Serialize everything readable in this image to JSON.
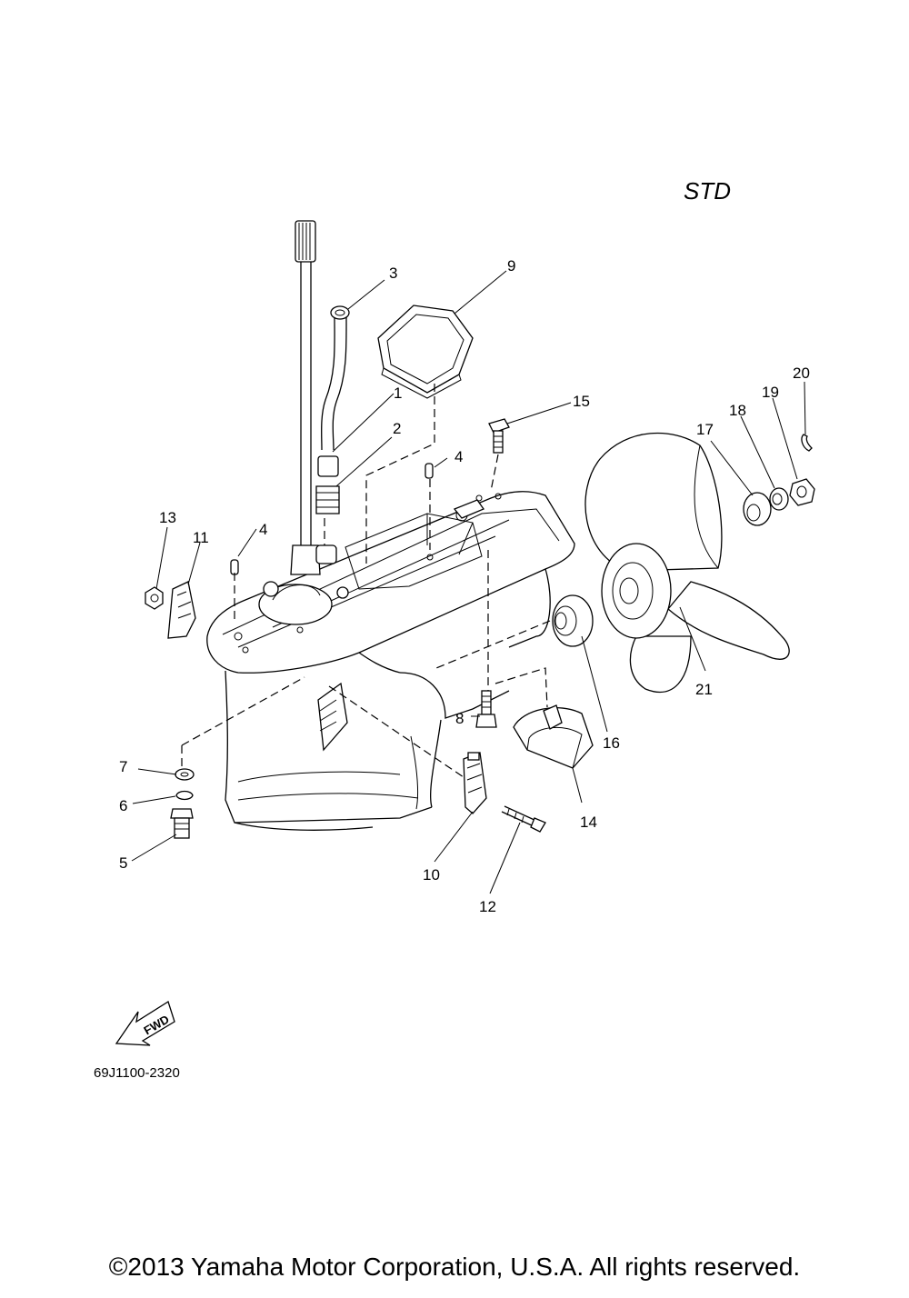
{
  "variant_label": "STD",
  "diagram_code": "69J1100-2320",
  "fwd_label": "FWD",
  "copyright": "©2013 Yamaha Motor Corporation, U.S.A. All rights reserved.",
  "callouts": [
    "1",
    "2",
    "3",
    "4",
    "4",
    "5",
    "6",
    "7",
    "8",
    "9",
    "10",
    "11",
    "12",
    "13",
    "14",
    "15",
    "16",
    "17",
    "18",
    "19",
    "20",
    "21"
  ]
}
